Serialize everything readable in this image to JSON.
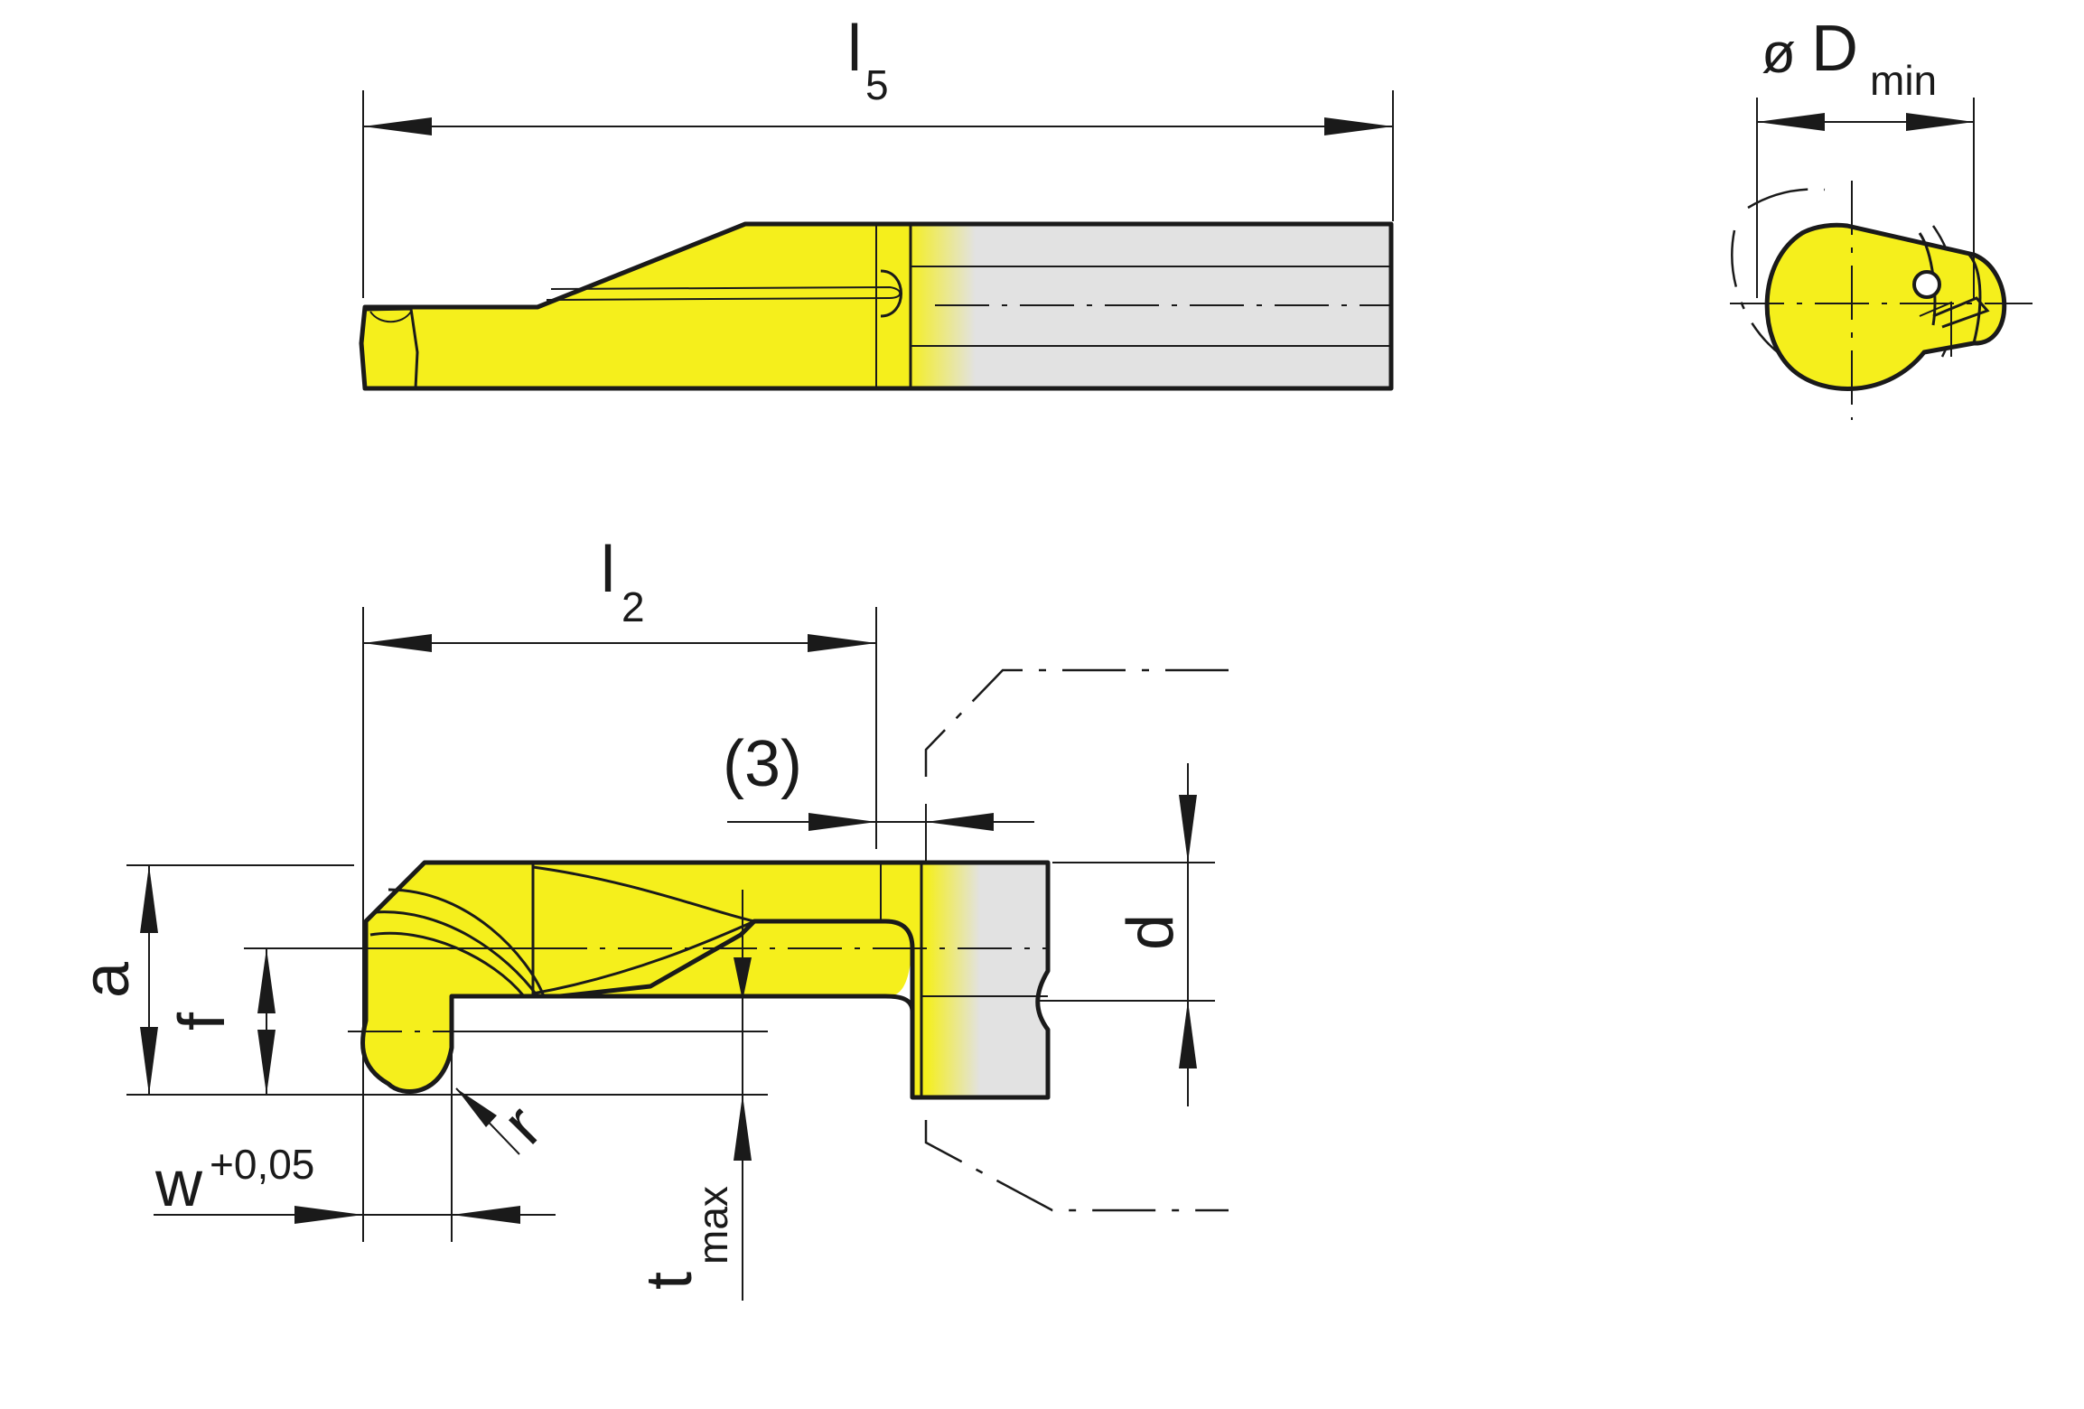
{
  "labels": {
    "l5_main": "l",
    "l5_sub": "5",
    "dmin_symbol": "ø",
    "dmin_main": "D",
    "dmin_sub": "min",
    "l2_main": "l",
    "l2_sub": "2",
    "paren3": "(3)",
    "a": "a",
    "f": "f",
    "d": "d",
    "r": "r",
    "w_main": "w",
    "w_sup": "+0,05",
    "t_main": "t",
    "t_sub": "max"
  },
  "colors": {
    "insert_yellow": "#f5ef1c",
    "shank_gray": "#e2e2e2",
    "line": "#1a1a1a"
  }
}
